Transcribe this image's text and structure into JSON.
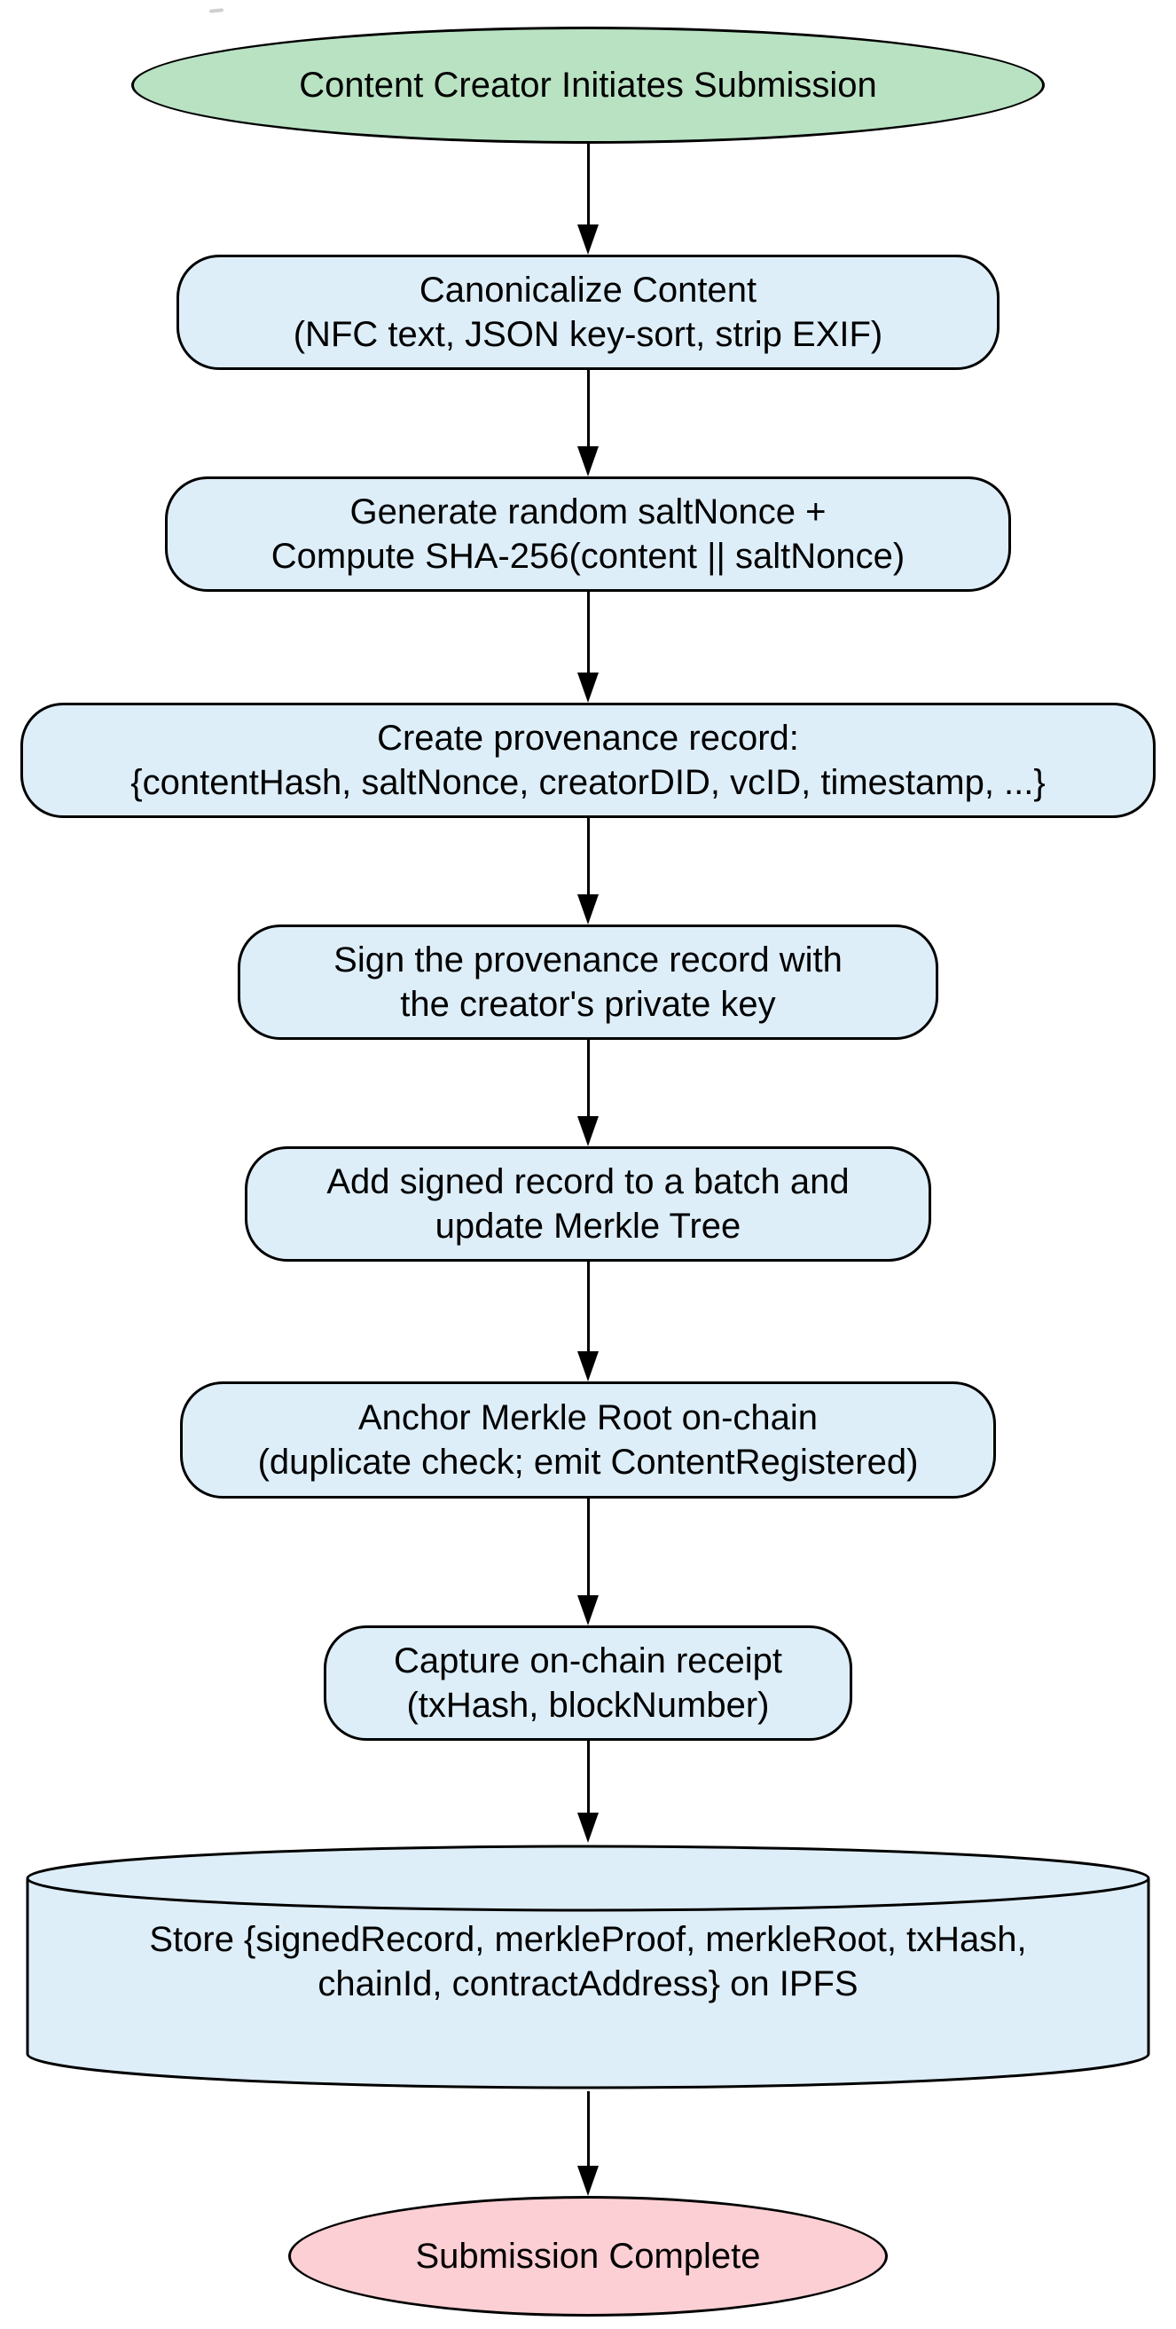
{
  "diagram": {
    "type": "flowchart",
    "direction": "top-down",
    "background": "#ffffff"
  },
  "colors": {
    "start_fill": "#b9e2c3",
    "process_fill": "#ddeef9",
    "end_fill": "#fbcfd4",
    "stroke": "#000000",
    "arrow": "#000000",
    "text": "#000000"
  },
  "nodes": [
    {
      "id": "start",
      "shape": "ellipse",
      "label": "Content Creator Initiates Submission"
    },
    {
      "id": "canonicalize",
      "shape": "rounded-rect",
      "label": "Canonicalize Content\n(NFC text, JSON key-sort, strip EXIF)"
    },
    {
      "id": "hash",
      "shape": "rounded-rect",
      "label": "Generate random saltNonce +\nCompute SHA-256(content || saltNonce)"
    },
    {
      "id": "record",
      "shape": "rounded-rect",
      "label": "Create provenance record:\n{contentHash, saltNonce, creatorDID, vcID, timestamp, ...}"
    },
    {
      "id": "sign",
      "shape": "rounded-rect",
      "label": "Sign the provenance record with\nthe creator's private key"
    },
    {
      "id": "batch",
      "shape": "rounded-rect",
      "label": "Add signed record to a batch and\nupdate Merkle Tree"
    },
    {
      "id": "anchor",
      "shape": "rounded-rect",
      "label": "Anchor Merkle Root on-chain\n(duplicate check; emit ContentRegistered)"
    },
    {
      "id": "receipt",
      "shape": "rounded-rect",
      "label": "Capture on-chain receipt\n(txHash, blockNumber)"
    },
    {
      "id": "ipfs",
      "shape": "cylinder",
      "label": "Store {signedRecord, merkleProof, merkleRoot, txHash,\nchainId, contractAddress} on IPFS"
    },
    {
      "id": "end",
      "shape": "ellipse",
      "label": "Submission Complete"
    }
  ],
  "edges": [
    {
      "from": "start",
      "to": "canonicalize"
    },
    {
      "from": "canonicalize",
      "to": "hash"
    },
    {
      "from": "hash",
      "to": "record"
    },
    {
      "from": "record",
      "to": "sign"
    },
    {
      "from": "sign",
      "to": "batch"
    },
    {
      "from": "batch",
      "to": "anchor"
    },
    {
      "from": "anchor",
      "to": "receipt"
    },
    {
      "from": "receipt",
      "to": "ipfs"
    },
    {
      "from": "ipfs",
      "to": "end"
    }
  ]
}
